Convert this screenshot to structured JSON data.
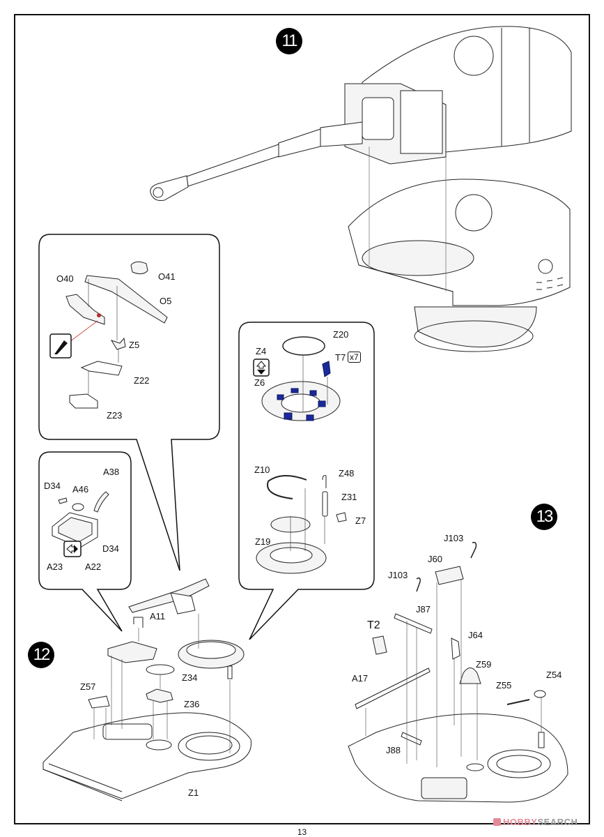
{
  "page": {
    "page_number": "13",
    "watermark": {
      "brand_a": "HOBBY",
      "brand_b": "SEARCH"
    }
  },
  "colors": {
    "line": "#111111",
    "part_fill": "#f4f4f4",
    "highlight_part": "#1a2a9a",
    "cement_mark": "#c0392b",
    "watermark_pink": "#e48a98",
    "watermark_gray": "#9a9a9a"
  },
  "steps": [
    {
      "number": "11"
    },
    {
      "number": "12"
    },
    {
      "number": "13"
    }
  ],
  "step11": {
    "assembly": "turret upper + turret basket with main gun"
  },
  "callout_mg": {
    "labels": [
      "O40",
      "O41",
      "O5",
      "Z5",
      "Z22",
      "Z23"
    ],
    "icons": [
      "hobby-knife-icon"
    ]
  },
  "callout_hatch": {
    "labels": [
      "D34",
      "A46",
      "A38",
      "D34",
      "A23",
      "A22"
    ],
    "icons": [
      "swap-parts-icon"
    ]
  },
  "callout_ring": {
    "labels": [
      "Z20",
      "Z4",
      "Z6",
      "T7",
      "Z10",
      "Z48",
      "Z31",
      "Z7",
      "Z19"
    ],
    "quantity_badge": "x7",
    "icons": [
      "flip-alternative-icon"
    ]
  },
  "step12": {
    "labels": [
      "A11",
      "Z34",
      "Z36",
      "Z57",
      "Z1"
    ]
  },
  "step13": {
    "labels": [
      "J103",
      "J60",
      "J103",
      "J87",
      "T2",
      "J64",
      "Z59",
      "A17",
      "Z55",
      "Z54",
      "J88"
    ]
  }
}
